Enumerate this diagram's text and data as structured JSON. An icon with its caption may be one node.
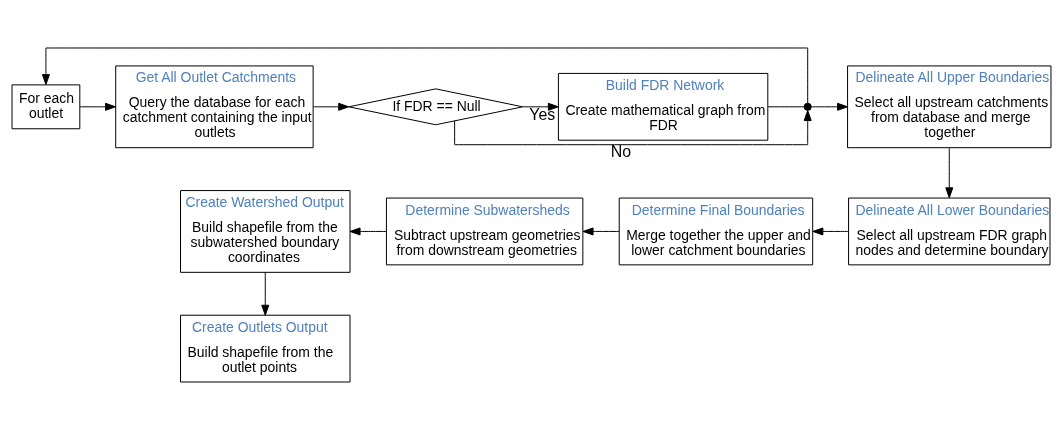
{
  "diagram": {
    "nodes": [
      {
        "text": [
          "For each outlet"
        ]
      },
      {
        "text": [
          "Get All Outlet Catchments",
          "Query the database for each catchment containing the input outlets"
        ]
      },
      {
        "text": [
          "If FDR == Null"
        ]
      },
      {
        "text": [
          "Build FDR Network",
          "Create mathematical graph from FDR"
        ]
      },
      {
        "text": [],
        "shape": "circle"
      },
      {
        "text": [
          "Delineate All Upper Boundaries",
          "Select all upstream catchments from database and merge together"
        ]
      },
      {
        "text": [
          "Delineate All Lower Boundaries",
          "Select all upstream FDR graph nodes and determine boundary"
        ]
      },
      {
        "text": [
          "Determine Final Boundaries",
          "Merge together the upper and lower catchment boundaries"
        ]
      },
      {
        "text": [
          "Determine Subwatersheds",
          "Subtract upstream geometries from downstream geometries"
        ]
      },
      {
        "text": [
          "Create Watershed Output",
          "Build shapefile from the subwatershed boundary coordinates"
        ]
      },
      {
        "text": [
          "Create Outlets Output",
          "Build shapefile from the outlet points"
        ]
      }
    ],
    "edges": [
      {
        "from": 0,
        "to": 1,
        "arrow": "to"
      },
      {
        "from": 1,
        "to": 2,
        "arrow": "to"
      },
      {
        "from": 2,
        "to": 3,
        "label": "Yes",
        "arrow": "to"
      },
      {
        "from": 3,
        "to": 4,
        "arrow": "none"
      },
      {
        "from": 2,
        "to": 4,
        "label": "No",
        "arrow": "to"
      },
      {
        "from": 4,
        "to": 5,
        "arrow": "to"
      },
      {
        "from": 4,
        "to": 0,
        "arrow": "to"
      },
      {
        "from": 5,
        "to": 6,
        "arrow": "to"
      },
      {
        "from": 6,
        "to": 7,
        "arrow": "to"
      },
      {
        "from": 7,
        "to": 8,
        "arrow": "to"
      },
      {
        "from": 8,
        "to": 9,
        "arrow": "to"
      },
      {
        "from": 9,
        "to": 10,
        "arrow": "to"
      }
    ]
  }
}
